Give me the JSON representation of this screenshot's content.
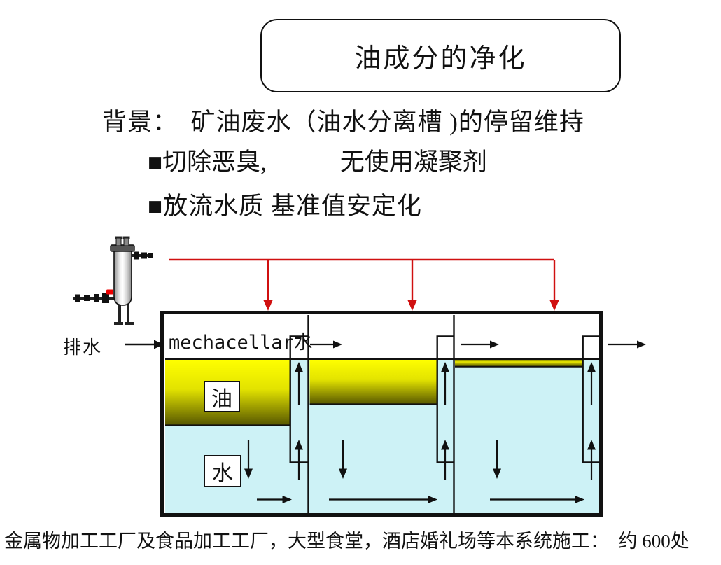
{
  "title": "油成分的净化",
  "background": {
    "line1": "背景：　矿油废水（油水分离槽 )的停留维持",
    "line2": "■切除恶臭,　　　无使用凝聚剂",
    "line3": "■放流水质 基准值安定化"
  },
  "diagram": {
    "inlet_label": "排水",
    "tank_top_label": "mechacellar水",
    "oil_label": "油",
    "water_label": "水",
    "colors": {
      "manifold_red": "#d01010",
      "water": "#cdf2f6",
      "oil_top": "#ffff00",
      "oil_bottom": "#565600"
    }
  },
  "caption": "金属物加工工厂及食品加工工厂，大型食堂，酒店婚礼场等本系统施工：　约 600处"
}
